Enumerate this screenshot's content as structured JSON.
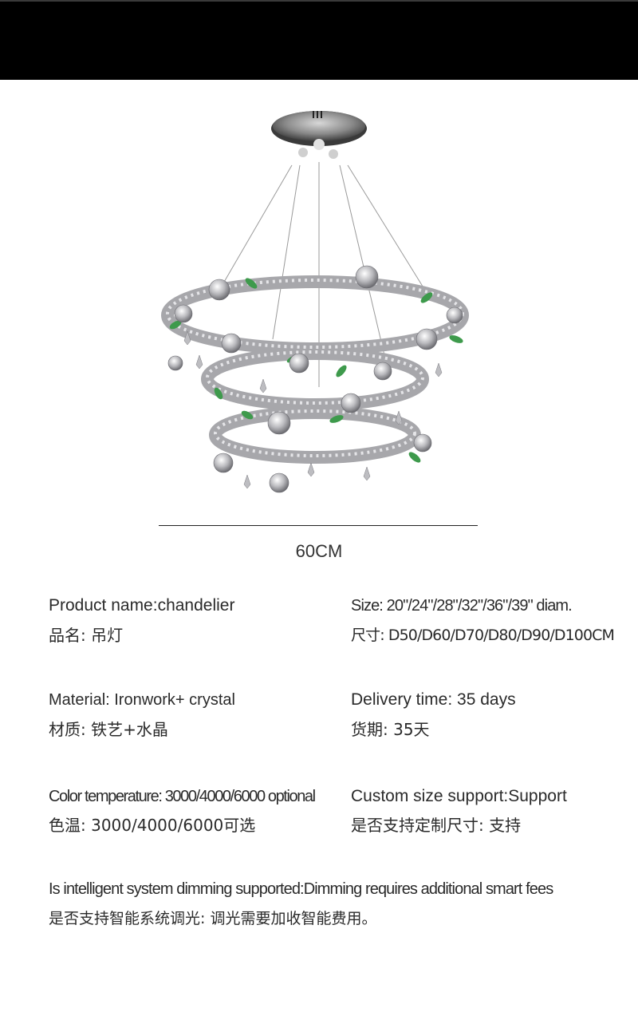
{
  "dimension": {
    "label": "60CM"
  },
  "specs": {
    "product_name_en": "Product name:chandelier",
    "product_name_cn": "品名: 吊灯",
    "size_en": "Size:  20\"/24\"/28\"/32\"/36\"/39\" diam.",
    "size_cn": "尺寸: D50/D60/D70/D80/D90/D100CM",
    "material_en": "Material:  Ironwork+ crystal",
    "material_cn": "材质:  铁艺+水晶",
    "delivery_en": "Delivery time: 35 days",
    "delivery_cn": "货期: 35天",
    "color_temp_en": "Color temperature: 3000/4000/6000 optional",
    "color_temp_cn": "色温: 3000/4000/6000可选",
    "custom_size_en": "Custom size support:Support",
    "custom_size_cn": "是否支持定制尺寸: 支持",
    "dimming_en": "Is intelligent system dimming supported:Dimming requires additional smart fees",
    "dimming_cn": "是否支持智能系统调光: 调光需要加收智能费用。"
  },
  "colors": {
    "header": "#000000",
    "text": "#2a2a2a",
    "crystal_green": "#3e9a4c"
  }
}
